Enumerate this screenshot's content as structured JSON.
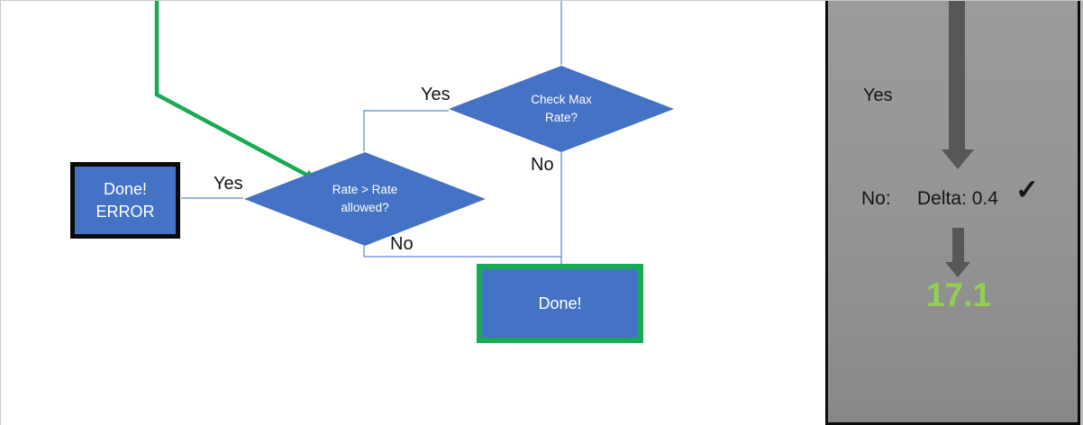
{
  "flowchart": {
    "decision_check_max": {
      "line1": "Check Max",
      "line2": "Rate?"
    },
    "decision_rate": {
      "line1": "Rate > Rate",
      "line2": "allowed?"
    },
    "box_done_error": {
      "line1": "Done!",
      "line2": "ERROR"
    },
    "box_done": {
      "label": "Done!"
    },
    "labels": {
      "check_max_yes": "Yes",
      "check_max_no": "No",
      "rate_yes": "Yes",
      "rate_no": "No"
    }
  },
  "side_panel": {
    "yes_label": "Yes",
    "no_label": "No:",
    "delta_label": "Delta: 0.4",
    "checkmark": "✓",
    "result_value": "17.1"
  },
  "icons": {
    "big_arrow": "arrow-down-icon",
    "small_arrow": "arrow-down-icon",
    "check": "checkmark-icon"
  },
  "colors": {
    "shapeBlue": "#4472C4",
    "connectorBlue": "#7C9BD3",
    "greenAccent": "#17AB53",
    "lightGreen": "#92D050",
    "arrowGray": "#575757"
  }
}
